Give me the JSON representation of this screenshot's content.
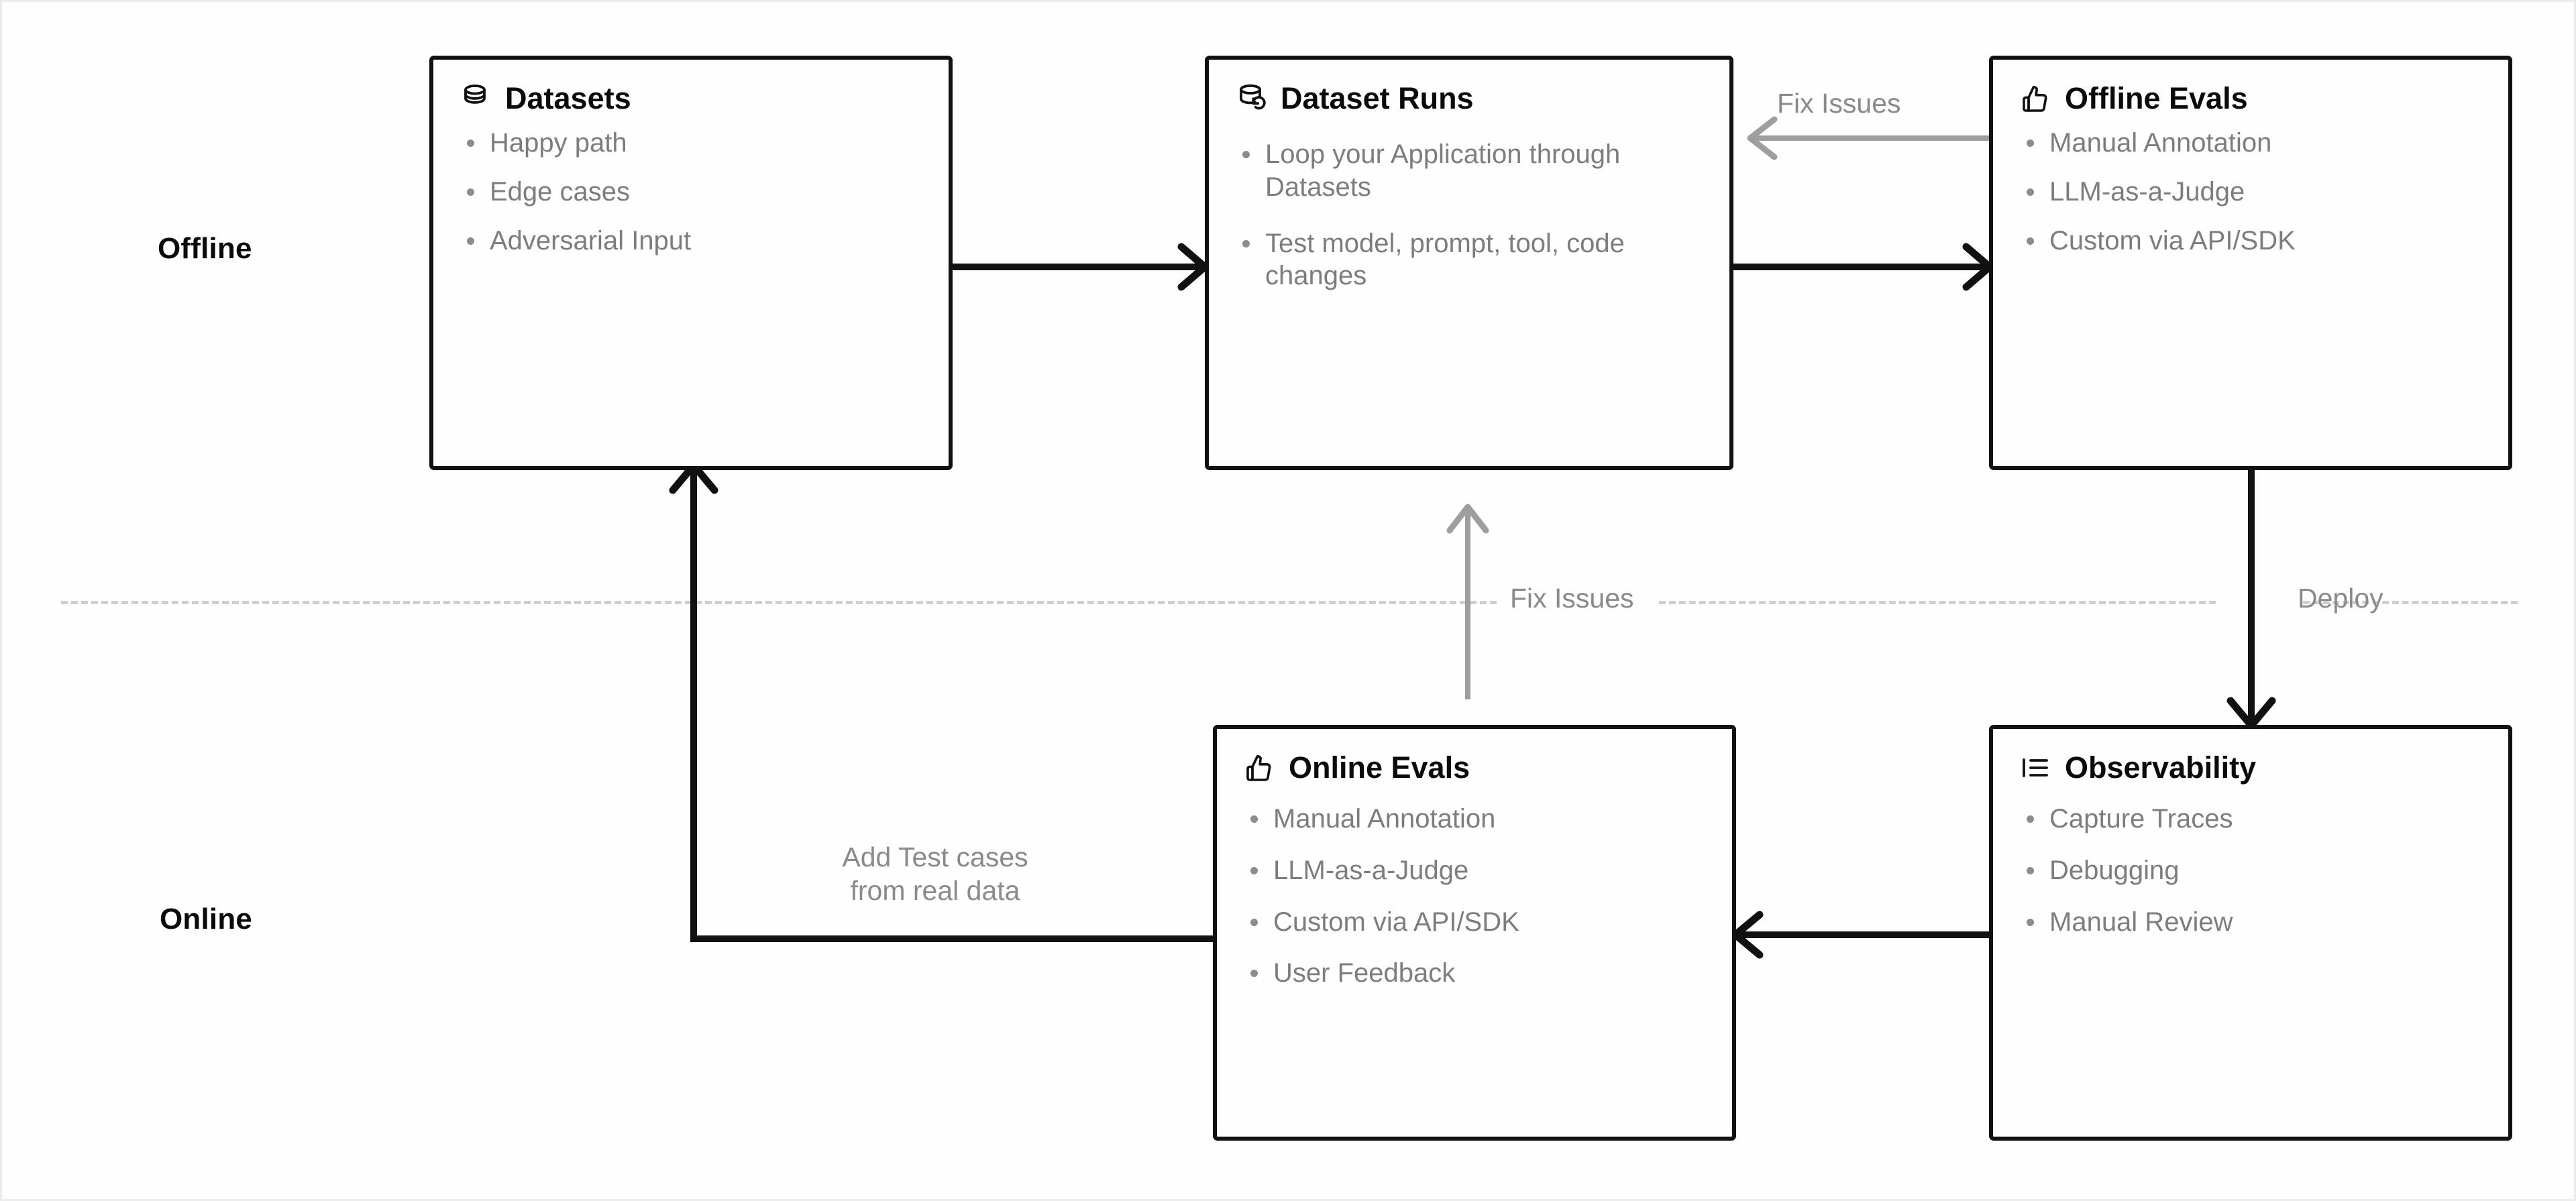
{
  "lanes": {
    "offline": "Offline",
    "online": "Online"
  },
  "divider": {
    "fix_issues": "Fix Issues",
    "deploy": "Deploy"
  },
  "nodes": {
    "datasets": {
      "title": "Datasets",
      "icon": "database-icon",
      "items": [
        "Happy path",
        "Edge cases",
        "Adversarial Input"
      ]
    },
    "dataset_runs": {
      "title": "Dataset Runs",
      "icon": "database-refresh-icon",
      "items": [
        "Loop your Application through Datasets",
        "Test model, prompt, tool, code changes"
      ]
    },
    "offline_evals": {
      "title": "Offline Evals",
      "icon": "thumbs-up-icon",
      "items": [
        "Manual Annotation",
        "LLM-as-a-Judge",
        "Custom via API/SDK"
      ]
    },
    "online_evals": {
      "title": "Online Evals",
      "icon": "thumbs-up-icon",
      "items": [
        "Manual Annotation",
        "LLM-as-a-Judge",
        "Custom via API/SDK",
        "User Feedback"
      ]
    },
    "observability": {
      "title": "Observability",
      "icon": "list-tree-icon",
      "items": [
        "Capture Traces",
        "Debugging",
        "Manual Review"
      ]
    }
  },
  "edges": {
    "fix_issues_top": "Fix Issues",
    "add_test_cases": "Add Test cases\nfrom real data",
    "add_test_cases_line1": "Add Test cases",
    "add_test_cases_line2": "from real data"
  },
  "colors": {
    "ink": "#111111",
    "muted_text": "#7d7d7d",
    "divider": "#cfcfcf",
    "gray_arrow": "#9e9e9e",
    "background": "#fefefe"
  }
}
